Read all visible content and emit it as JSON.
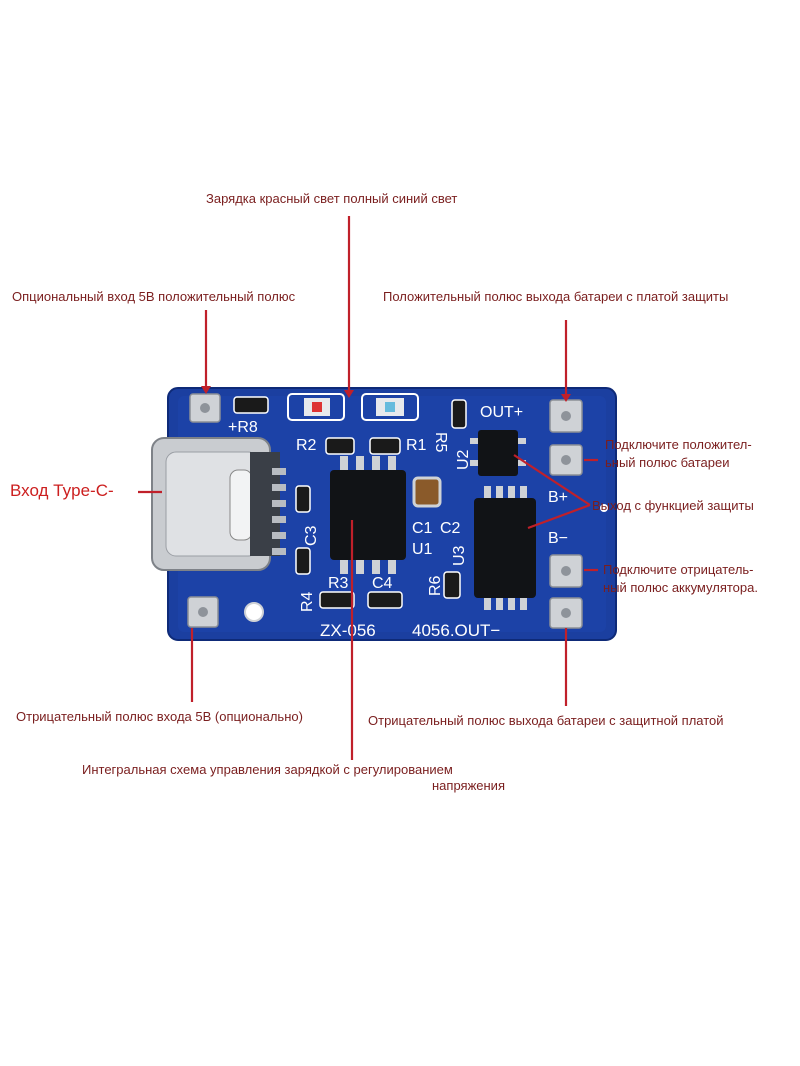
{
  "labels": {
    "charge_led": "Зарядка красный свет полный синий свет",
    "opt_in_pos": "Опциональный вход 5В положительный полюс",
    "out_pos_prot": "Положительный полюс выхода батареи с платой защиты",
    "connect_pos_1": "Подключите положител-",
    "connect_pos_2": "ьный полюс батареи",
    "typec": "Вход Type-C-",
    "protect_out": "Выход с функцией защиты",
    "connect_neg_1": "Подключите отрицатель-",
    "connect_neg_2": "ный полюс аккумулятора.",
    "opt_in_neg": "Отрицательный полюс входа 5В (опционально)",
    "out_neg_prot": "Отрицательный полюс выхода батареи с защитной платой",
    "ic_1": "Интегральная схема управления зарядкой с регулированием",
    "ic_2": "напряжения"
  },
  "board": {
    "silkscreen": {
      "r8": "+R8",
      "r2": "R2",
      "r1": "R1",
      "r5": "R5",
      "out_plus": "OUT+",
      "u2": "U2",
      "b_plus": "B+",
      "b_minus": "B−",
      "c3": "C3",
      "c1": "C1",
      "c2": "C2",
      "u1": "U1",
      "u3": "U3",
      "r6": "R6",
      "r3": "R3",
      "c4": "C4",
      "r4": "R4",
      "model": "ZX-056",
      "chip_out": "4056.OUT−"
    }
  },
  "colors": {
    "annotation_text": "#7a1e1e",
    "annotation_big": "#cc1f1f",
    "leader_line": "#c0202a",
    "pcb_blue": "#1b3fa0",
    "pcb_dark": "#142f80"
  }
}
